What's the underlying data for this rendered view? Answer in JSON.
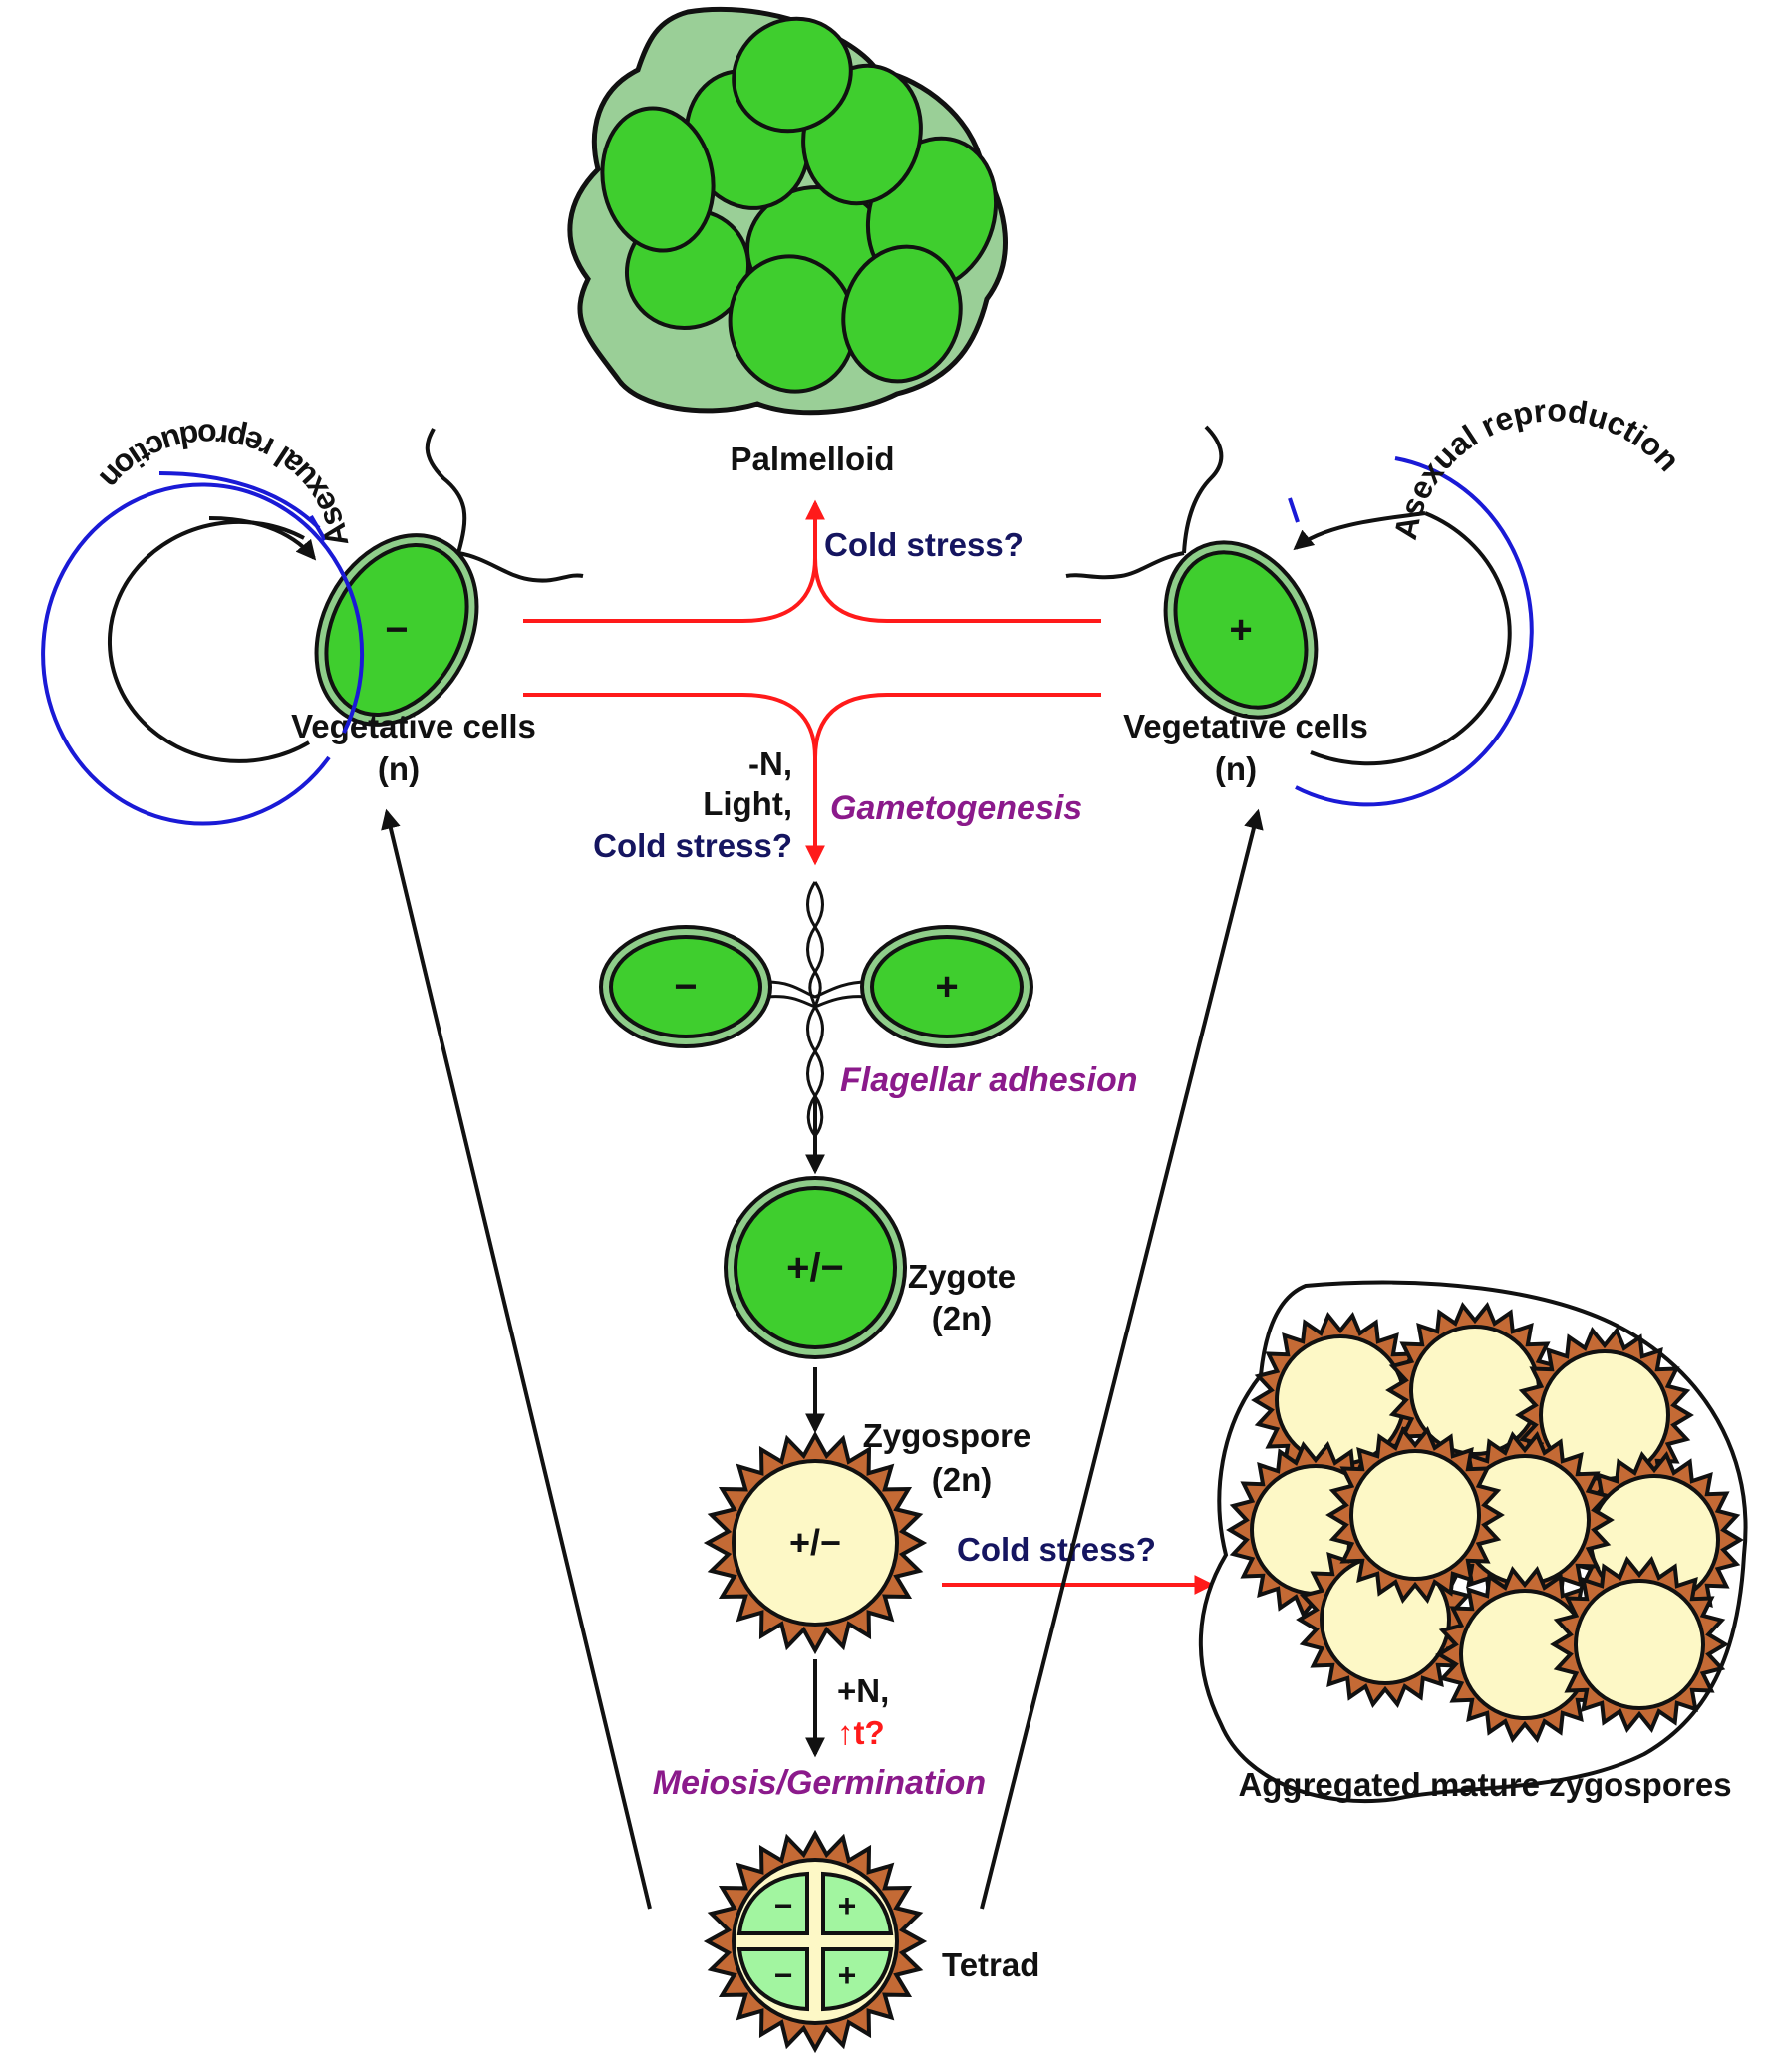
{
  "labels": {
    "palmelloid": "Palmelloid",
    "veg_left_1": "Vegetative cells",
    "veg_left_2": "(n)",
    "veg_right_1": "Vegetative cells",
    "veg_right_2": "(n)",
    "cold_stress_top": "Cold stress?",
    "cond_n": "-N,",
    "cond_light": "Light,",
    "cond_cold": "Cold stress?",
    "gametogenesis": "Gametogenesis",
    "flagellar_adhesion": "Flagellar adhesion",
    "zygote_1": "Zygote",
    "zygote_2": "(2n)",
    "zygospore_1": "Zygospore",
    "zygospore_2": "(2n)",
    "cold_stress_right": "Cold stress?",
    "plus_n": "+N,",
    "temp_up": "↑t?",
    "meiosis": "Meiosis/Germination",
    "tetrad": "Tetrad",
    "aggregated": "Aggregated mature zygospores",
    "asexual_left": "Asexual reproduction",
    "asexual_right": "Asexual reproduction"
  },
  "signs": {
    "minus": "−",
    "plus": "+",
    "plus_minus": "+/−"
  },
  "colors": {
    "cell_green": "#3fce2e",
    "cell_ring": "#8fce8a",
    "palmelloid_matrix": "#9acf97",
    "spore_wall": "#c46a35",
    "spore_inner": "#fdf8c6",
    "tetrad_cell": "#a2f5a0",
    "stress_red": "#ff1a1a",
    "dark_navy": "#151560",
    "purple": "#8b1a8b",
    "blue_line": "#1a1ad6"
  }
}
